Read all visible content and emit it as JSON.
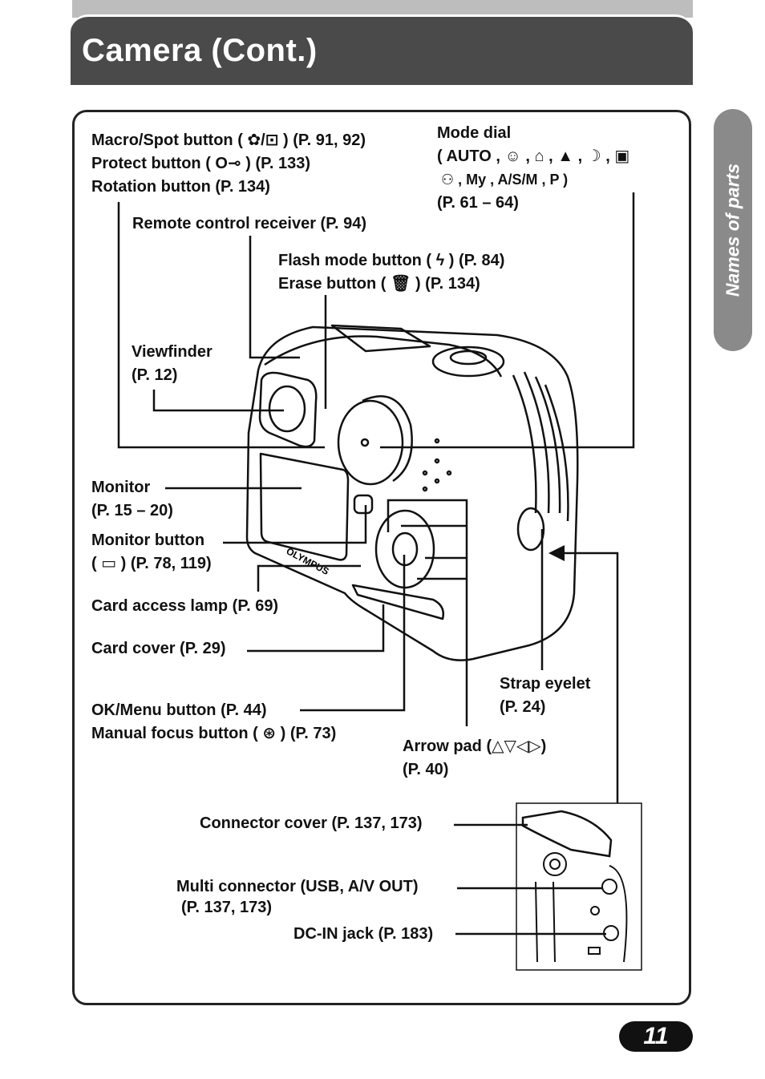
{
  "header": {
    "title": "Camera (Cont.)"
  },
  "side_tab": {
    "label": "Names of parts"
  },
  "labels": {
    "macro_spot": "Macro/Spot button ( ✿/⊡ ) (P. 91, 92)",
    "protect": "Protect button ( O⊸ ) (P. 133)",
    "rotation": "Rotation button (P. 134)",
    "mode_dial_title": "Mode dial",
    "mode_dial_icons_1": "( AUTO , ☺ , ⌂ , ▲ , ☽ , ▣",
    "mode_dial_icons_2": "⚇ , My , A/S/M , P )",
    "mode_dial_pages": "(P. 61 – 64)",
    "remote_receiver": "Remote control receiver (P. 94)",
    "flash_mode": "Flash mode button ( ϟ ) (P. 84)",
    "erase": "Erase button ( 🗑 ) (P. 134)",
    "viewfinder": "Viewfinder",
    "viewfinder_page": "(P. 12)",
    "monitor": "Monitor",
    "monitor_page": "(P. 15 – 20)",
    "monitor_button": "Monitor button",
    "monitor_button_page": "( ▭ )  (P. 78, 119)",
    "card_access_lamp": "Card access lamp (P. 69)",
    "card_cover": "Card cover (P. 29)",
    "ok_menu": "OK/Menu button (P. 44)",
    "manual_focus": "Manual focus button ( ⊛ ) (P. 73)",
    "strap_eyelet": "Strap eyelet",
    "strap_eyelet_page": "(P. 24)",
    "arrow_pad": "Arrow pad (△▽◁▷)",
    "arrow_pad_page": "(P. 40)",
    "connector_cover": "Connector cover (P. 137, 173)",
    "multi_connector": "Multi connector (USB, A/V OUT)",
    "multi_connector_page": "(P. 137, 173)",
    "dc_in": "DC-IN jack (P. 183)"
  },
  "camera": {
    "brand": "OLYMPUS"
  },
  "page_number": "11"
}
